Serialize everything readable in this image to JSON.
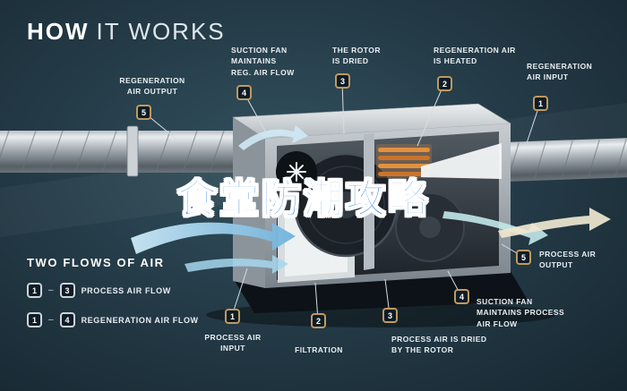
{
  "title": {
    "word1": "HOW",
    "word2": "IT WORKS"
  },
  "overlay": {
    "text": "食堂防潮攻略"
  },
  "callouts": [
    {
      "num": "5",
      "label": "REGENERATION\nAIR OUTPUT"
    },
    {
      "num": "4",
      "label": "SUCTION FAN\nMAINTAINS\nREG. AIR FLOW"
    },
    {
      "num": "3",
      "label": "THE ROTOR\nIS DRIED"
    },
    {
      "num": "2",
      "label": "REGENERATION AIR\nIS HEATED"
    },
    {
      "num": "1",
      "label": "REGENERATION\nAIR INPUT"
    },
    {
      "num": "5",
      "label": "PROCESS AIR\nOUTPUT"
    },
    {
      "num": "4",
      "label": "SUCTION FAN\nMAINTAINS PROCESS\nAIR FLOW"
    },
    {
      "num": "3",
      "label": "PROCESS AIR IS DRIED\nBY THE ROTOR"
    },
    {
      "num": "2",
      "label": "FILTRATION"
    },
    {
      "num": "1",
      "label": "PROCESS AIR\nINPUT"
    }
  ],
  "legend": {
    "title": "TWO FLOWS OF AIR",
    "rows": [
      {
        "from": "1",
        "sep": "–",
        "to": "3",
        "label": "PROCESS AIR FLOW"
      },
      {
        "from": "1",
        "sep": "–",
        "to": "4",
        "label": "REGENERATION AIR FLOW"
      }
    ]
  },
  "colors": {
    "background": "#243b47",
    "badge_border_gold": "#c09a5e",
    "badge_border_light": "#ccd5da",
    "overlay_text_blue": "#1a72da",
    "heater_orange": "#e08a3a",
    "process_flow_blue": "#8ec8e8",
    "regen_flow_teal": "#c2e8ea"
  }
}
